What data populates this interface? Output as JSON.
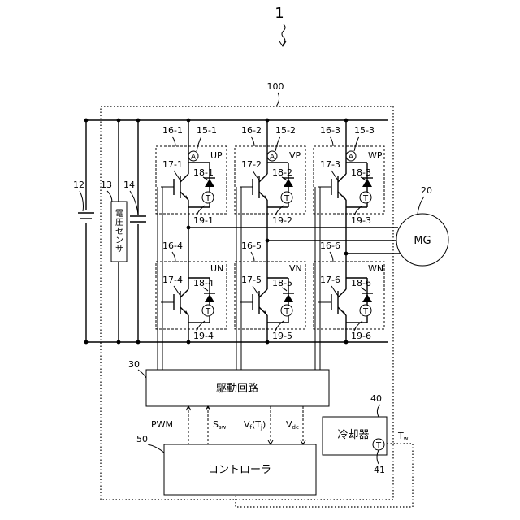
{
  "system_ref": "1",
  "inverter_ref": "100",
  "battery_ref": "12",
  "voltage_sensor": {
    "ref": "13",
    "label": "電圧センサ"
  },
  "capacitor_ref": "14",
  "motor": {
    "ref": "20",
    "label": "MG"
  },
  "driver": {
    "ref": "30",
    "label": "駆動回路"
  },
  "cooler": {
    "ref": "40",
    "label": "冷却器",
    "temp_sensor_ref": "41",
    "temp_sensor_symbol": "T"
  },
  "controller": {
    "ref": "50",
    "label": "コントローラ"
  },
  "signals": {
    "pwm": "PWM",
    "ssw_main": "S",
    "ssw_sub": "sw",
    "vf_main": "V",
    "vf_sub": "f",
    "vf_tail": "(T",
    "vf_tail_sub": "j",
    "vf_close": ")",
    "vdc_main": "V",
    "vdc_sub": "dc",
    "tw_main": "T",
    "tw_sub": "w"
  },
  "upper_arms": [
    {
      "module_ref": "16-1",
      "current_sensor_ref": "15-1",
      "current_symbol": "A",
      "phase": "UP",
      "igbt_ref": "17-1",
      "diode_ref": "18-1",
      "temp_ref": "19-1",
      "temp_symbol": "T"
    },
    {
      "module_ref": "16-2",
      "current_sensor_ref": "15-2",
      "current_symbol": "A",
      "phase": "VP",
      "igbt_ref": "17-2",
      "diode_ref": "18-2",
      "temp_ref": "19-2",
      "temp_symbol": "T"
    },
    {
      "module_ref": "16-3",
      "current_sensor_ref": "15-3",
      "current_symbol": "A",
      "phase": "WP",
      "igbt_ref": "17-3",
      "diode_ref": "18-3",
      "temp_ref": "19-3",
      "temp_symbol": "T"
    }
  ],
  "lower_arms": [
    {
      "module_ref": "16-4",
      "phase": "UN",
      "igbt_ref": "17-4",
      "diode_ref": "18-4",
      "temp_ref": "19-4",
      "temp_symbol": "T"
    },
    {
      "module_ref": "16-5",
      "phase": "VN",
      "igbt_ref": "17-5",
      "diode_ref": "18-5",
      "temp_ref": "19-5",
      "temp_symbol": "T"
    },
    {
      "module_ref": "16-6",
      "phase": "WN",
      "igbt_ref": "17-6",
      "diode_ref": "18-6",
      "temp_ref": "19-6",
      "temp_symbol": "T"
    }
  ]
}
